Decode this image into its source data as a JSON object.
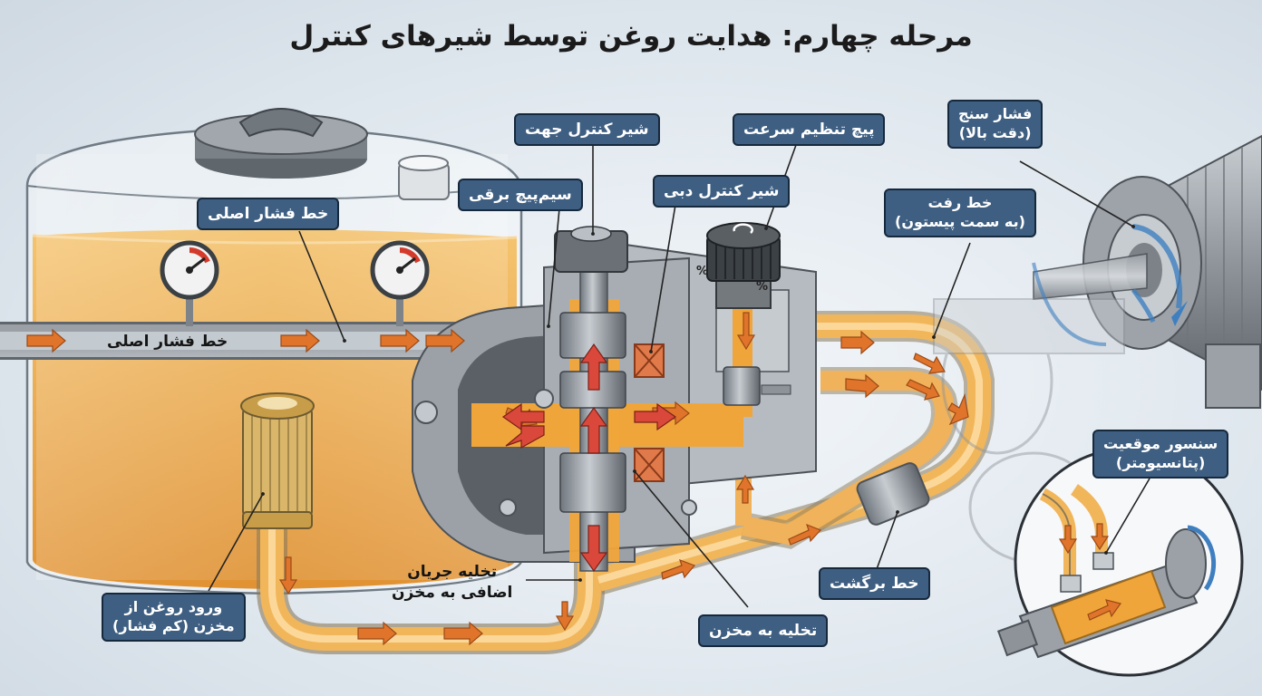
{
  "title": "مرحله چهارم: هدایت روغن توسط شیرهای کنترل",
  "labels": {
    "direction_valve": "شیر کنترل جهت",
    "speed_screw": "پیچ تنظیم سرعت",
    "pressure_gauge_line1": "فشار سنج",
    "pressure_gauge_line2": "(دقت بالا)",
    "solenoid": "سیم‌پیچ برقی",
    "flow_valve": "شیر کنترل دبی",
    "supply_line_line1": "خط رفت",
    "supply_line_line2": "(به سمت پیستون)",
    "main_pressure_line_box": "خط فشار اصلی",
    "main_pressure_line_pipe": "خط فشار اصلی",
    "position_sensor_line1": "سنسور موقعیت",
    "position_sensor_line2": "(پتانسیومتر)",
    "excess_drain_line1": "تخلیه جریان",
    "excess_drain_line2": "اضافی به مخزن",
    "return_line": "خط برگشت",
    "oil_inlet_line1": "ورود روغن از",
    "oil_inlet_line2": "مخزن (کم فشار)",
    "tank_drain": "تخلیه به مخزن"
  },
  "knob_marks": [
    "%",
    "%"
  ],
  "colors": {
    "oil": "#f0a53a",
    "oil_dark": "#d98a1e",
    "flow_arrow": "#e0742a",
    "pressure_arrow": "#d9483a",
    "label_bg": "#3f5f82",
    "label_border": "#16283c",
    "metal": "#8d9399",
    "rotation_arrow": "#3f7fc0"
  },
  "icons": [
    "pressure-gauge-icon",
    "oil-filter-icon",
    "flow-arrow-icon",
    "rotation-arrow-icon"
  ]
}
